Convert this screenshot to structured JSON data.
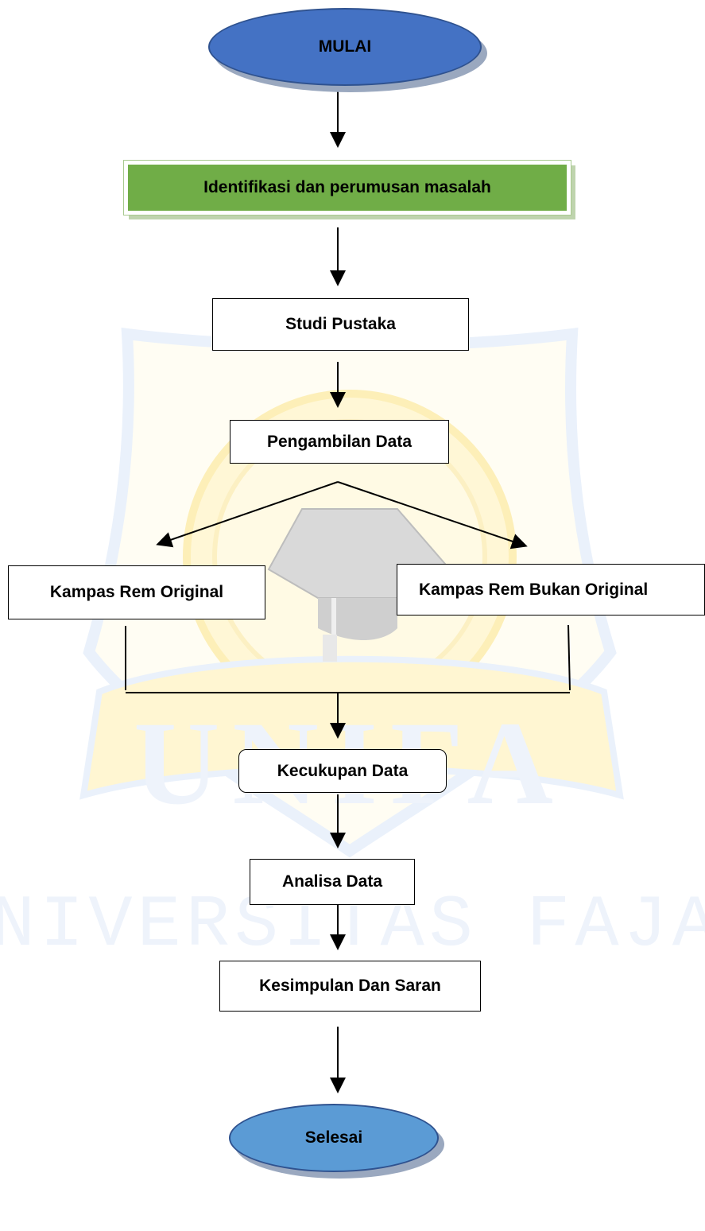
{
  "colors": {
    "start_fill": "#4472c4",
    "end_fill": "#5b9bd5",
    "identify_fill": "#70ad47",
    "line": "#000000",
    "watermark_yellow": "#fff5cc",
    "watermark_blue": "#eaf1fb"
  },
  "watermark": {
    "emblem_text": "UNIFA",
    "banner_text": "UNIVERSITAS FAJAR",
    "icon": "graduation-cap-icon"
  },
  "flowchart": {
    "start": "MULAI",
    "identify": "Identifikasi dan perumusan masalah",
    "literature": "Studi Pustaka",
    "data_collection": "Pengambilan Data",
    "branch_left": "Kampas Rem Original",
    "branch_right": "Kampas Rem Bukan Original",
    "data_adequacy": "Kecukupan Data",
    "analysis": "Analisa Data",
    "conclusion": "Kesimpulan Dan Saran",
    "end": "Selesai"
  }
}
